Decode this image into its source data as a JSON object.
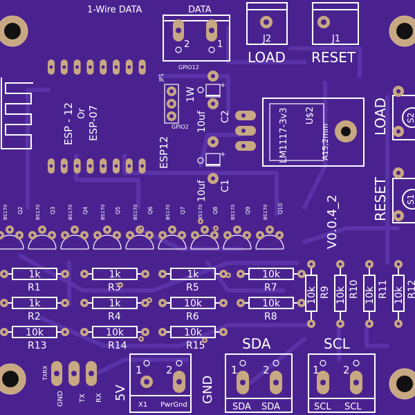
{
  "header": {
    "onewire_label": "1-Wire DATA",
    "data_label": "DATA",
    "data_pin2": "2",
    "data_pin1": "1",
    "j2": "J2",
    "j1": "J1",
    "load": "LOAD",
    "reset": "RESET"
  },
  "esp": {
    "line1": "ESP - 12",
    "line2": "Or",
    "line3": "ESP-07",
    "gpio12": "GPIO12",
    "gpio2": "GPIO2",
    "jp1": "JP1",
    "jp_label": "ESP12",
    "one_w": "1W"
  },
  "caps": {
    "c2_value": "10uf",
    "c2_name": "C2",
    "c1_value": "10uf",
    "c1_name": "C1"
  },
  "regulator": {
    "part": "LM1117-3v3",
    "name": "U$2",
    "package": "A15,2mm"
  },
  "right_switches": {
    "load": "LOAD",
    "s2": "S2",
    "reset": "RESET",
    "s1": "S1"
  },
  "version": "V0.0.4_2",
  "transistors": [
    {
      "part": "BS170",
      "name": "Q2"
    },
    {
      "part": "BS170",
      "name": "Q3"
    },
    {
      "part": "BS170",
      "name": "Q4"
    },
    {
      "part": "BS170",
      "name": "Q5"
    },
    {
      "part": "BS170",
      "name": "Q6"
    },
    {
      "part": "BS170",
      "name": "Q7"
    },
    {
      "part": "BS170",
      "name": "Q8"
    },
    {
      "part": "BS170",
      "name": "Q9"
    },
    {
      "part": "BS170",
      "name": "Q10"
    }
  ],
  "resistors_h": [
    {
      "value": "1k",
      "name": "R1"
    },
    {
      "value": "1k",
      "name": "R3"
    },
    {
      "value": "1k",
      "name": "R5"
    },
    {
      "value": "10k",
      "name": "R7"
    },
    {
      "value": "1k",
      "name": "R2"
    },
    {
      "value": "1k",
      "name": "R4"
    },
    {
      "value": "10k",
      "name": "R6"
    },
    {
      "value": "10k",
      "name": "R8"
    },
    {
      "value": "10k",
      "name": "R13"
    },
    {
      "value": "10k",
      "name": "R14"
    },
    {
      "value": "10k",
      "name": "R15"
    }
  ],
  "resistors_v": [
    {
      "value": "10k",
      "name": "R9"
    },
    {
      "value": "10k",
      "name": "R10"
    },
    {
      "value": "10k",
      "name": "R11"
    },
    {
      "value": "10k",
      "name": "R12"
    }
  ],
  "bottom": {
    "txrx": "TXRX",
    "gnd": "GND",
    "tx": "TX",
    "rx": "RX",
    "five_v": "5V",
    "pin1": "1",
    "pin2": "2",
    "x1": "X1",
    "pwrgnd": "PwrGnd",
    "gnd_big": "GND",
    "sda_title": "SDA",
    "sda_pin1": "1",
    "sda_pin2": "2",
    "sda_a": "SDA",
    "sda_b": "SDA",
    "scl_title": "SCL",
    "scl_pin1": "1",
    "scl_pin2": "2",
    "scl_a": "SCL",
    "scl_b": "SCL"
  }
}
